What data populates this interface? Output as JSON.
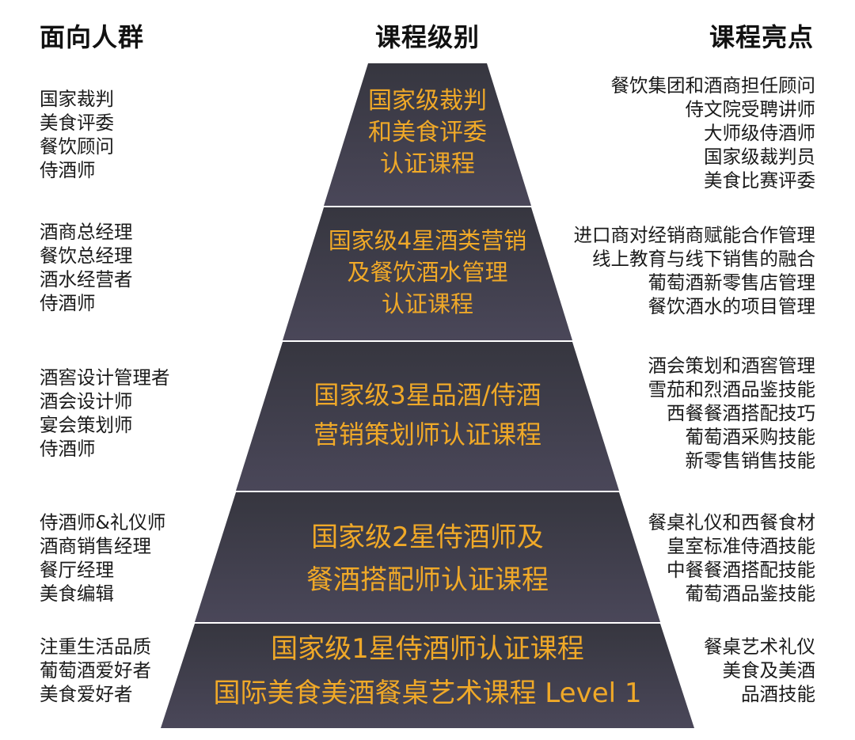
{
  "headers": {
    "left": "面向人群",
    "center": "课程级别",
    "right": "课程亮点"
  },
  "colors": {
    "tier_fill": "#4a4759",
    "tier_fill_top": "#36363f",
    "tier_text": "#f0a928",
    "separator": "#ffffff"
  },
  "tiers": [
    {
      "lines": [
        "国家级裁判",
        "和美食评委",
        "认证课程"
      ],
      "audience": [
        "国家裁判",
        "美食评委",
        "餐饮顾问",
        "侍酒师"
      ],
      "highlights": [
        "餐饮集团和酒商担任顾问",
        "侍文院受聘讲师",
        "大师级侍酒师",
        "国家级裁判员",
        "美食比赛评委"
      ]
    },
    {
      "lines": [
        "国家级4星酒类营销",
        "及餐饮酒水管理",
        "认证课程"
      ],
      "audience": [
        "酒商总经理",
        "餐饮总经理",
        "酒水经营者",
        "侍酒师"
      ],
      "highlights": [
        "进口商对经销商赋能合作管理",
        "线上教育与线下销售的融合",
        "葡萄酒新零售店管理",
        "餐饮酒水的项目管理"
      ]
    },
    {
      "lines": [
        "国家级3星品酒/侍酒",
        "营销策划师认证课程"
      ],
      "audience": [
        "酒窖设计管理者",
        "酒会设计师",
        "宴会策划师",
        "侍酒师"
      ],
      "highlights": [
        "酒会策划和酒窖管理",
        "雪茄和烈酒品鉴技能",
        "西餐餐酒搭配技巧",
        "葡萄酒采购技能",
        "新零售销售技能"
      ]
    },
    {
      "lines": [
        "国家级2星侍酒师及",
        "餐酒搭配师认证课程"
      ],
      "audience": [
        "侍酒师&礼仪师",
        "酒商销售经理",
        "餐厅经理",
        "美食编辑"
      ],
      "highlights": [
        "餐桌礼仪和西餐食材",
        "皇室标准侍酒技能",
        "中餐餐酒搭配技能",
        "葡萄酒品鉴技能"
      ]
    },
    {
      "lines": [
        "国家级1星侍酒师认证课程",
        "国际美食美酒餐桌艺术课程 Level 1"
      ],
      "audience": [
        "注重生活品质",
        "葡萄酒爱好者",
        "美食爱好者"
      ],
      "highlights": [
        "餐桌艺术礼仪",
        "美食及美酒",
        "品酒技能"
      ]
    }
  ]
}
